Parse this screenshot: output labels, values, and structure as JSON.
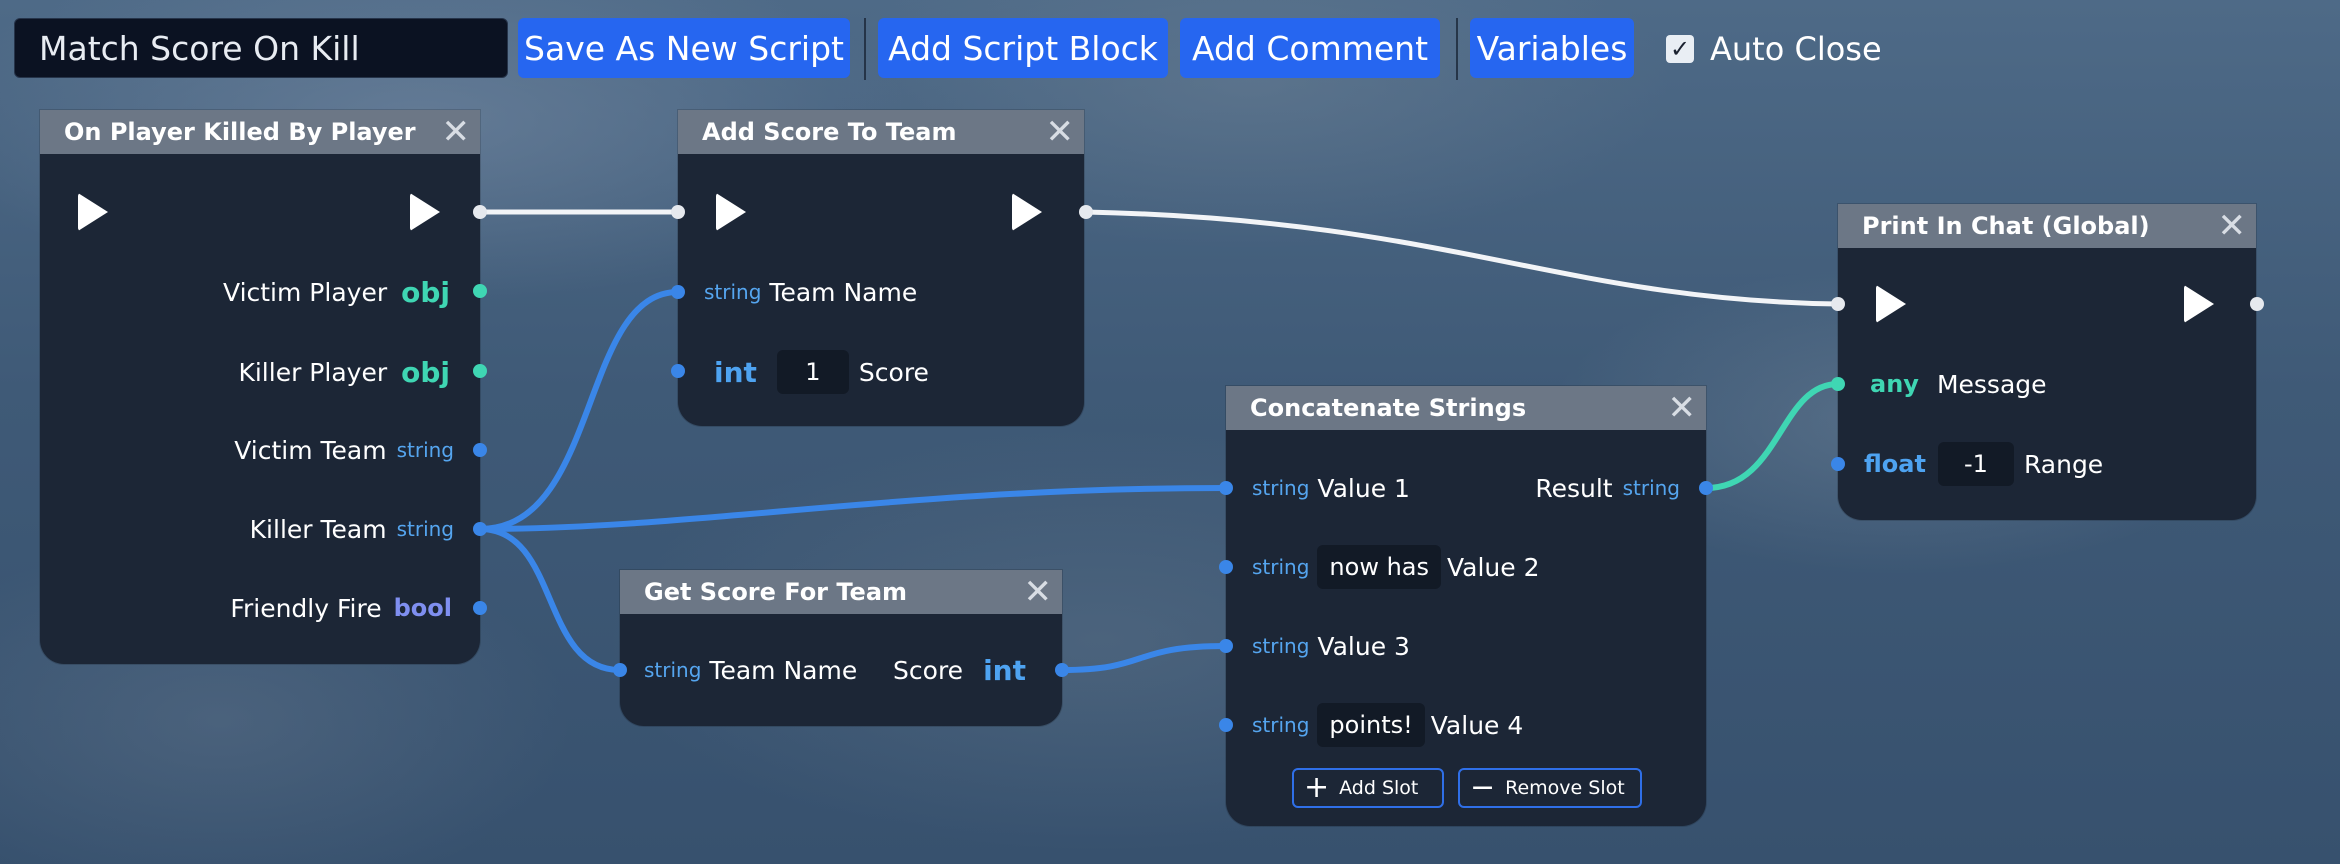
{
  "toolbar": {
    "script_name": "Match Score On Kill",
    "save_as_new": "Save As New Script",
    "add_block": "Add Script Block",
    "add_comment": "Add Comment",
    "variables": "Variables",
    "auto_close_label": "Auto Close",
    "auto_close_checked": true
  },
  "nodes": {
    "on_killed": {
      "title": "On Player Killed By Player",
      "outputs": [
        {
          "label": "Victim Player",
          "type": "obj"
        },
        {
          "label": "Killer Player",
          "type": "obj"
        },
        {
          "label": "Victim Team",
          "type": "string"
        },
        {
          "label": "Killer Team",
          "type": "string"
        },
        {
          "label": "Friendly Fire",
          "type": "bool"
        }
      ]
    },
    "add_score": {
      "title": "Add Score To Team",
      "inputs": [
        {
          "type": "string",
          "label": "Team Name"
        },
        {
          "type": "int",
          "value": "1",
          "label": "Score"
        }
      ]
    },
    "get_score": {
      "title": "Get Score For Team",
      "input": {
        "type": "string",
        "label": "Team Name"
      },
      "output": {
        "label": "Score",
        "type": "int"
      }
    },
    "concat": {
      "title": "Concatenate Strings",
      "inputs": [
        {
          "type": "string",
          "label": "Value 1"
        },
        {
          "type": "string",
          "value": "now has",
          "label": "Value 2"
        },
        {
          "type": "string",
          "label": "Value 3"
        },
        {
          "type": "string",
          "value": "points!",
          "label": "Value 4"
        }
      ],
      "output": {
        "label": "Result",
        "type": "string"
      },
      "add_slot": "Add Slot",
      "remove_slot": "Remove Slot"
    },
    "print_chat": {
      "title": "Print In Chat (Global)",
      "inputs": [
        {
          "type": "any",
          "label": "Message"
        },
        {
          "type": "float",
          "value": "-1",
          "label": "Range"
        }
      ]
    }
  },
  "icons": {
    "close": "close-icon",
    "exec": "play-icon",
    "plus": "plus-icon",
    "minus": "minus-icon",
    "checkbox": "check-icon"
  },
  "colors": {
    "button": "#2666f0",
    "node_body": "#1c2636",
    "node_header": "#6c7786",
    "exec_wire": "#ffffff",
    "string_wire": "#3a86e8",
    "teal_wire": "#3fd6b3"
  }
}
